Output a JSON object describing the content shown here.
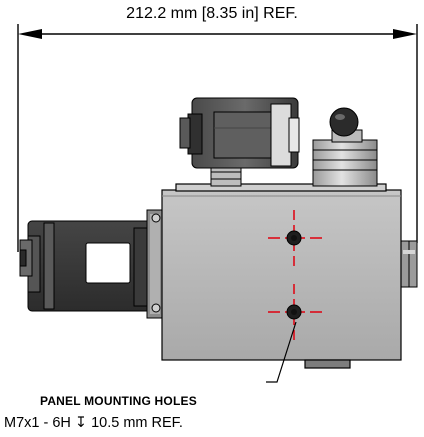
{
  "dimension": {
    "label": "212.2 mm [8.35 in] REF."
  },
  "callout": {
    "title": "PANEL MOUNTING HOLES",
    "spec": "M7x1 - 6H ↧ 10.5 mm REF."
  },
  "colors": {
    "line": "#000000",
    "body_light": "#b9b9b9",
    "body_dark": "#3f3f3f",
    "centerline": "#e0000f"
  }
}
